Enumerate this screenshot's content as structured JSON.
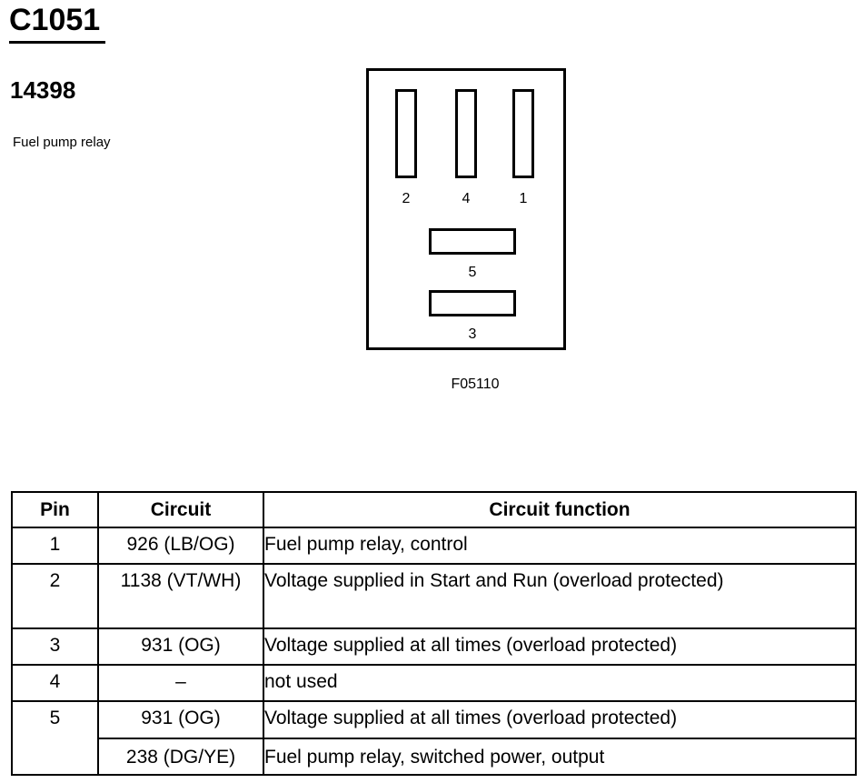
{
  "header": {
    "connector_id": "C1051",
    "part_number": "14398",
    "description": "Fuel pump relay"
  },
  "diagram": {
    "pins": {
      "p2": "2",
      "p4": "4",
      "p1": "1",
      "p5": "5",
      "p3": "3"
    },
    "figure_ref": "F05110"
  },
  "table": {
    "headers": {
      "pin": "Pin",
      "circuit": "Circuit",
      "function": "Circuit function"
    },
    "rows": [
      {
        "pin": "1",
        "circuit": "926 (LB/OG)",
        "function": "Fuel pump relay, control"
      },
      {
        "pin": "2",
        "circuit": "1138 (VT/WH)",
        "function": "Voltage supplied in Start and Run (overload protected)"
      },
      {
        "pin": "3",
        "circuit": "931 (OG)",
        "function": "Voltage supplied at all times (overload protected)"
      },
      {
        "pin": "4",
        "circuit": "–",
        "function": "not used"
      },
      {
        "pin": "5",
        "circuit": "931 (OG)",
        "function": "Voltage supplied at all times (overload protected)"
      },
      {
        "pin": "",
        "circuit": "238 (DG/YE)",
        "function": "Fuel pump relay, switched power, output"
      }
    ]
  }
}
